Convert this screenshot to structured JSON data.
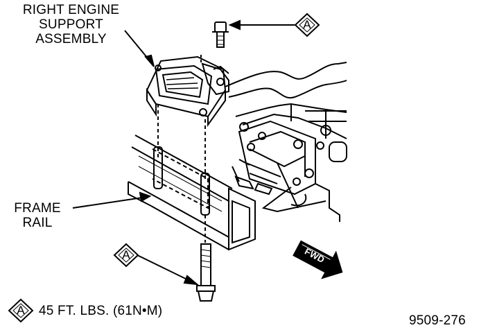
{
  "labels": {
    "engine_support": [
      "RIGHT ENGINE",
      "SUPPORT",
      "ASSEMBLY"
    ],
    "frame_rail": [
      "FRAME",
      "RAIL"
    ]
  },
  "callouts": {
    "top_letter": "A",
    "bottom_letter": "A",
    "legend_letter": "A"
  },
  "legend": {
    "torque": "45 FT. LBS. (61N•M)"
  },
  "fwd_arrow": "FWD",
  "figure_id": "9509-276"
}
